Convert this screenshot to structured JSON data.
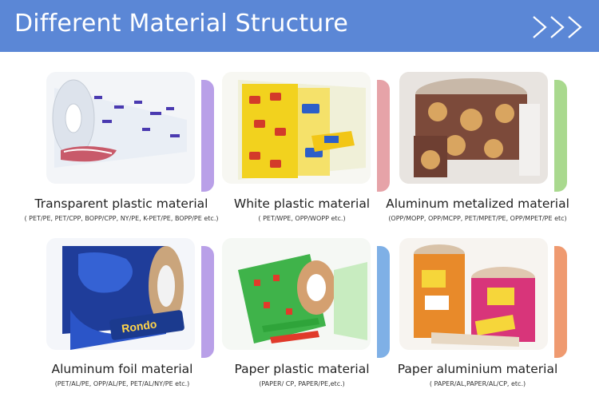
{
  "header": {
    "title": "Different Material Structure",
    "bg_color": "#5b87d6",
    "chevrons_icon": "double-chevron-right-icon"
  },
  "materials": [
    {
      "title": "Transparent plastic material",
      "structure": "( PET/PE, PET/CPP, BOPP/CPP, NY/PE, K-PET/PE, BOPP/PE etc.)",
      "accent": "#b9a0e8",
      "image": "transparent-roll-photo"
    },
    {
      "title": "White plastic material",
      "structure": "( PET/WPE, OPP/WOPP etc.)",
      "accent": "#e6a3a8",
      "image": "yellow-mini-roll-photo"
    },
    {
      "title": "Aluminum metalized material",
      "structure": "(OPP/MOPP, OPP/MCPP, PET/MPET/PE, OPP/MPET/PE etc)",
      "accent": "#a9d98e",
      "image": "slimfit-roll-photo"
    },
    {
      "title": "Aluminum foil material",
      "structure": "(PET/AL/PE, OPP/AL/PE, PET/AL/NY/PE etc.)",
      "accent": "#b9a0e8",
      "image": "blue-rondo-roll-photo"
    },
    {
      "title": "Paper plastic material",
      "structure": "(PAPER/ CP, PAPER/PE,etc.)",
      "accent": "#7fb0e6",
      "image": "green-roll-photo"
    },
    {
      "title": "Paper aluminium material",
      "structure": "( PAPER/AL,PAPER/AL/CP, etc.)",
      "accent": "#ef9a70",
      "image": "paper-al-roll-photo"
    }
  ]
}
